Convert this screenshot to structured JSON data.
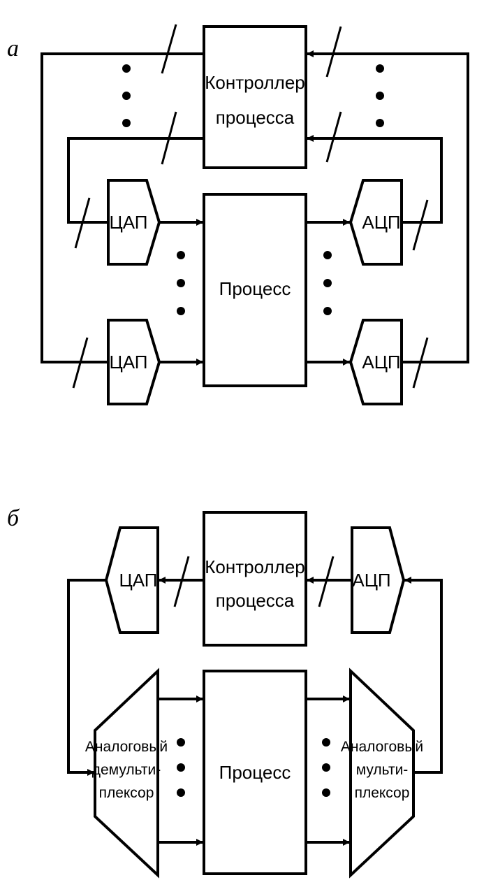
{
  "diagram_a": {
    "label": "а",
    "controller": [
      "Контроллер",
      "процесса"
    ],
    "process": "Процесс",
    "dac": "ЦАП",
    "adc": "АЦП"
  },
  "diagram_b": {
    "label": "б",
    "controller": [
      "Контроллер",
      "процесса"
    ],
    "process": "Процесс",
    "dac": "ЦАП",
    "adc": "АЦП",
    "demux": [
      "Аналоговый",
      "демульти-",
      "плексор"
    ],
    "mux": [
      "Аналоговый",
      "мульти-",
      "плексор"
    ]
  }
}
